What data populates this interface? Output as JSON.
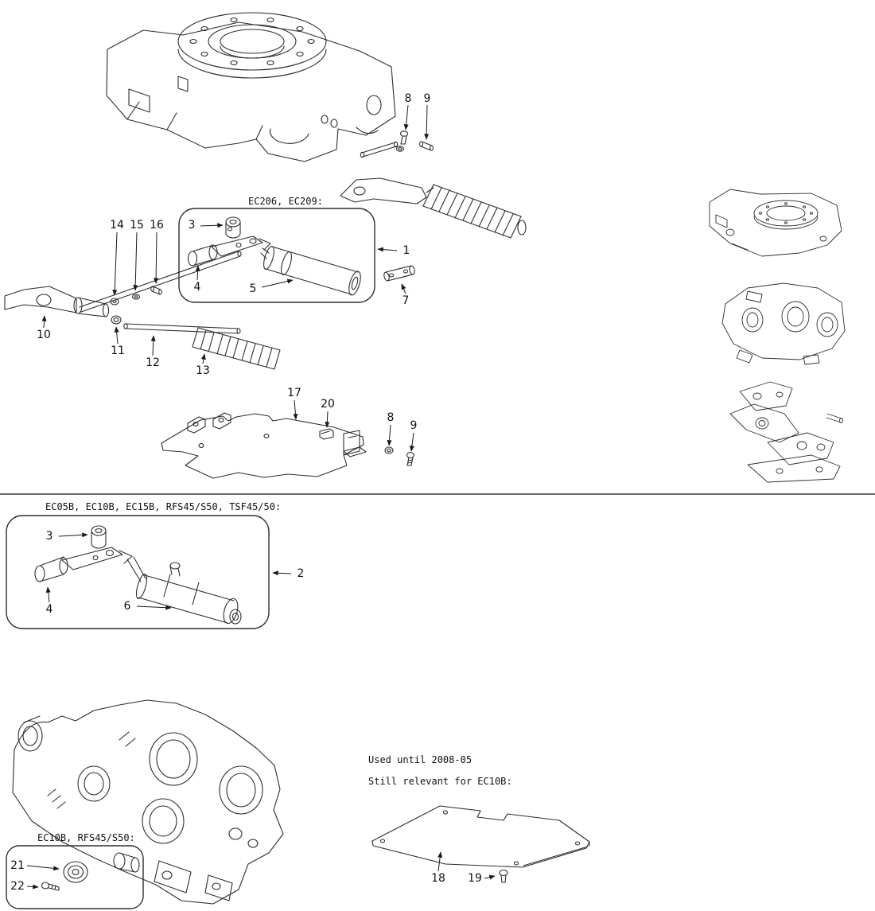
{
  "page": {
    "background": "#ffffff",
    "line_color": "#2e2e2e",
    "text_color": "#111111",
    "kind": "exploded parts diagram"
  },
  "labels": {
    "top_box_models": "EC206, EC209:",
    "middle_box_models": "EC05B, EC10B, EC15B, RFS45/S50, TSF45/50:",
    "bottom_box_models": "EC10B, RFS45/S50:",
    "note_line1": "Used until 2008-05",
    "note_line2": "Still relevant for EC10B:"
  },
  "callouts": {
    "c1": "1",
    "c2": "2",
    "c3a": "3",
    "c3b": "3",
    "c4a": "4",
    "c4b": "4",
    "c5": "5",
    "c6": "6",
    "c7": "7",
    "c8a": "8",
    "c8b": "8",
    "c9a": "9",
    "c9b": "9",
    "c10": "10",
    "c11": "11",
    "c12": "12",
    "c13": "13",
    "c14": "14",
    "c15": "15",
    "c16": "16",
    "c17": "17",
    "c18": "18",
    "c19": "19",
    "c20": "20",
    "c21": "21",
    "c22": "22"
  }
}
